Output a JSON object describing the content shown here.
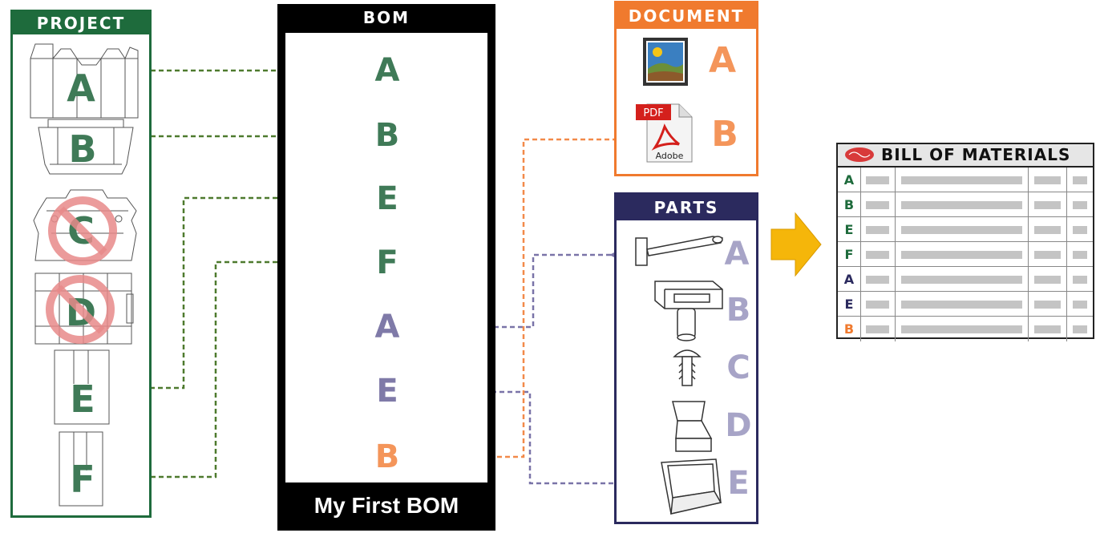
{
  "project": {
    "title": "PROJECT",
    "items": [
      {
        "letter": "A",
        "excluded": false
      },
      {
        "letter": "B",
        "excluded": false
      },
      {
        "letter": "C",
        "excluded": true
      },
      {
        "letter": "D",
        "excluded": true
      },
      {
        "letter": "E",
        "excluded": false
      },
      {
        "letter": "F",
        "excluded": false
      }
    ]
  },
  "bom": {
    "title": "BOM",
    "footer": "My First BOM",
    "items": [
      {
        "letter": "A",
        "source": "project"
      },
      {
        "letter": "B",
        "source": "project"
      },
      {
        "letter": "E",
        "source": "project"
      },
      {
        "letter": "F",
        "source": "project"
      },
      {
        "letter": "A",
        "source": "parts"
      },
      {
        "letter": "E",
        "source": "parts"
      },
      {
        "letter": "B",
        "source": "document"
      }
    ]
  },
  "document": {
    "title": "DOCUMENT",
    "items": [
      {
        "letter": "A",
        "icon": "image-file-icon"
      },
      {
        "letter": "B",
        "icon": "pdf-file-icon",
        "icon_label": "PDF",
        "icon_brand": "Adobe"
      }
    ]
  },
  "parts": {
    "title": "PARTS",
    "items": [
      {
        "letter": "A"
      },
      {
        "letter": "B"
      },
      {
        "letter": "C"
      },
      {
        "letter": "D"
      },
      {
        "letter": "E"
      }
    ]
  },
  "bill": {
    "title": "BILL OF MATERIALS",
    "rows": [
      {
        "letter": "A",
        "source": "project"
      },
      {
        "letter": "B",
        "source": "project"
      },
      {
        "letter": "E",
        "source": "project"
      },
      {
        "letter": "F",
        "source": "project"
      },
      {
        "letter": "A",
        "source": "parts"
      },
      {
        "letter": "E",
        "source": "parts"
      },
      {
        "letter": "B",
        "source": "document"
      }
    ]
  },
  "colors": {
    "project": "#1e6b3c",
    "project_letter": "#3f7a57",
    "arrow_project": "#4e7a2e",
    "parts": "#2b2a5e",
    "parts_letter": "#a7a4c7",
    "bom_parts_letter": "#7f7aa8",
    "arrow_parts": "#7a74a8",
    "document": "#f07a2e",
    "document_letter": "#f4955a",
    "arrow_document": "#f28a4a",
    "bom": "#000000",
    "prohibit": "#e88a8a",
    "forward_arrow": "#f5b60a"
  }
}
